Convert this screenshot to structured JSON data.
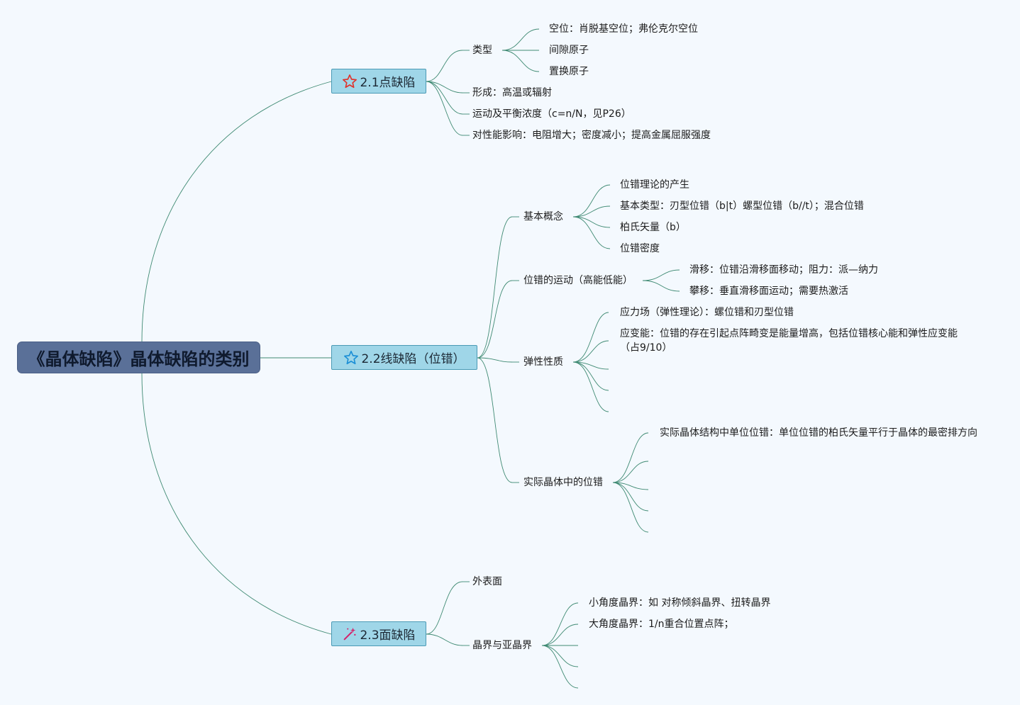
{
  "root": {
    "label": "《晶体缺陷》晶体缺陷的类别"
  },
  "branches": {
    "point": {
      "label": "2.1点缺陷",
      "icon": "red-star-icon",
      "type": {
        "label": "类型",
        "children": [
          "空位：肖脱基空位；弗伦克尔空位",
          "间隙原子",
          "置换原子"
        ]
      },
      "formation": "形成：高温或辐射",
      "motion": "运动及平衡浓度（c=n/N，见P26）",
      "effect": "对性能影响：电阻增大；密度减小；提高金属屈服强度"
    },
    "line": {
      "label": "2.2线缺陷（位错）",
      "icon": "blue-star-icon",
      "basic": {
        "label": "基本概念",
        "children": [
          "位错理论的产生",
          "基本类型：刃型位错（b|t）螺型位错（b//t）；混合位错",
          "柏氏矢量（b）",
          "位错密度"
        ]
      },
      "motion": {
        "label": "位错的运动（高能低能）",
        "children": [
          "滑移：位错沿滑移面移动；阻力：派—纳力",
          "攀移：垂直滑移面运动；需要热激活"
        ]
      },
      "elastic": {
        "label": "弹性性质",
        "children": [
          "应力场（弹性理论）：螺位错和刃型位错",
          "应变能：位错的存在引起点阵畸变是能量增高，包括位错核心能和弹性应变能（占9/10）"
        ]
      },
      "real": {
        "label": "实际晶体中的位错",
        "children": [
          "实际晶体结构中单位位错：单位位错的柏氏矢量平行于晶体的最密排方向"
        ]
      }
    },
    "surface": {
      "label": "2.3面缺陷",
      "icon": "magic-wand-icon",
      "outer": "外表面",
      "boundary": {
        "label": "晶界与亚晶界",
        "children": [
          "小角度晶界：如 对称倾斜晶界、扭转晶界",
          "大角度晶界：1/n重合位置点阵；"
        ]
      }
    }
  },
  "colors": {
    "link": "#3f8a73",
    "root_bg": "#5a7098",
    "branch_bg": "#9fd6e8",
    "branch_border": "#4a9ab5",
    "background": "#f4f9fe"
  }
}
